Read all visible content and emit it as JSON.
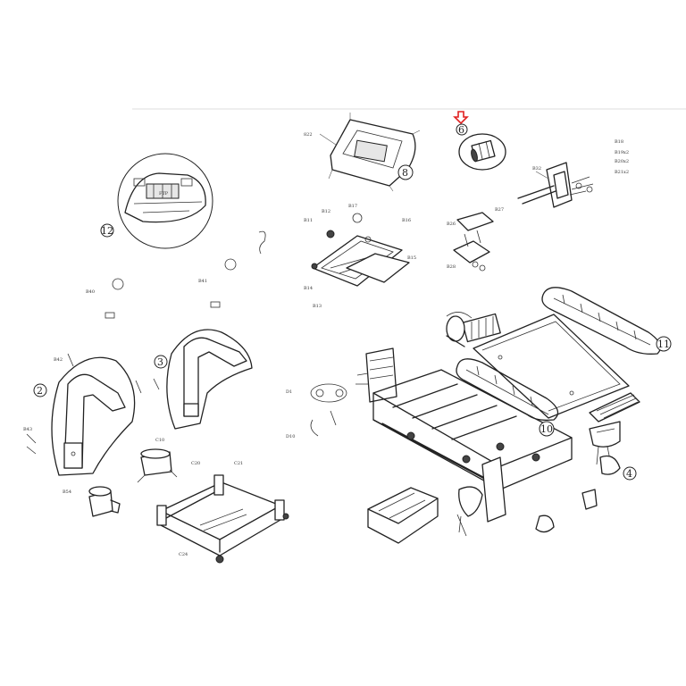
{
  "diagram": {
    "callouts": {
      "c2": "2",
      "c3": "3",
      "c4": "4",
      "c6": "6",
      "c8": "8",
      "c10": "10",
      "c11": "11",
      "c12": "12"
    },
    "colors": {
      "line": "#222222",
      "highlight_arrow": "#e02020",
      "background": "#ffffff"
    }
  }
}
